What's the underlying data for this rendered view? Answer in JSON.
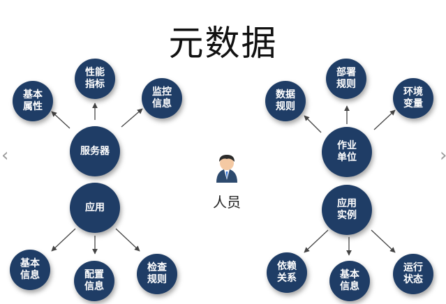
{
  "title": "元数据",
  "center": {
    "label": "人员"
  },
  "nodes": {
    "server": "服务器",
    "app_left": "应用",
    "attr": "基本\n属性",
    "perf": "性能\n指标",
    "monitor": "监控\n信息",
    "basic_left": "基本\n信息",
    "config": "配置\n信息",
    "check": "检查\n规则",
    "unit": "作业\n单位",
    "data_rules": "数据\n规则",
    "deploy": "部署\n规则",
    "env": "环境\n变量",
    "instance": "应用\n实例",
    "depend": "依赖\n关系",
    "basic_right": "基本\n信息",
    "run_state": "运行\n状态"
  },
  "colors": {
    "node": "#1f3d66",
    "arrow": "#444444"
  }
}
